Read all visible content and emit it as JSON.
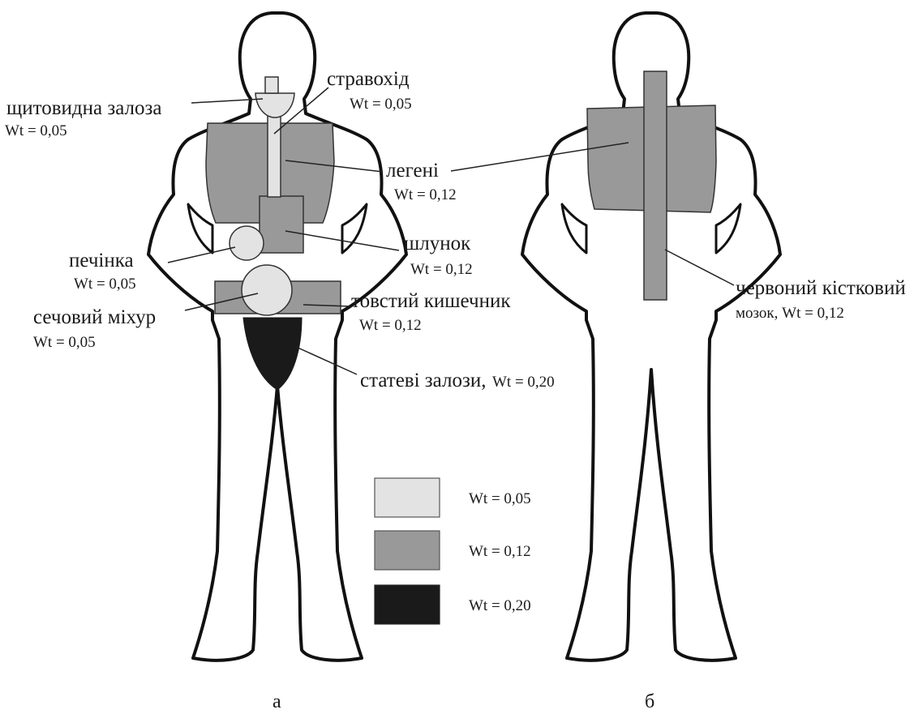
{
  "colors": {
    "light": "#e3e3e3",
    "medium": "#999999",
    "dark": "#1a1a1a"
  },
  "front_labels": {
    "thyroid": {
      "name": "щитовидна залоза",
      "wt": "Wt = 0,05"
    },
    "esophagus": {
      "name": "стравохід",
      "wt": "Wt = 0,05"
    },
    "lungs": {
      "name": "легені",
      "wt": "Wt = 0,12"
    },
    "liver": {
      "name": "печінка",
      "wt": "Wt = 0,05"
    },
    "stomach": {
      "name": "шлунок",
      "wt": "Wt = 0,12"
    },
    "bladder": {
      "name": "сечовий міхур",
      "wt": "Wt = 0,05"
    },
    "colon": {
      "name": "товстий кишечник",
      "wt": "Wt = 0,12"
    },
    "gonads": {
      "name": "статеві залози,",
      "wt": "Wt = 0,20"
    }
  },
  "back_labels": {
    "marrow": {
      "name": "червоний кістковий",
      "wt": "мозок, Wt = 0,12"
    }
  },
  "legend": [
    {
      "label": "Wt = 0,05",
      "color": "#e3e3e3"
    },
    {
      "label": "Wt = 0,12",
      "color": "#999999"
    },
    {
      "label": "Wt = 0,20",
      "color": "#1a1a1a"
    }
  ],
  "panels": {
    "left": "а",
    "right": "б"
  }
}
